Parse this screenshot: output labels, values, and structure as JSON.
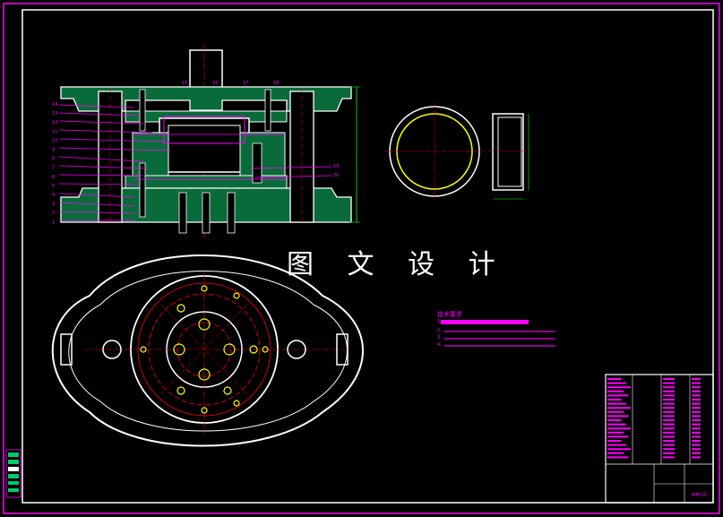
{
  "drawing": {
    "watermark": "图 文 设 计",
    "notes_title": "技术要求",
    "notes": [
      "1.",
      "2.",
      "3.",
      "4."
    ],
    "title_block_code": "MM-00",
    "part_labels_left": [
      "14",
      "13",
      "12",
      "11",
      "10",
      "9",
      "8",
      "7",
      "6",
      "5",
      "4",
      "3",
      "2",
      "1"
    ],
    "part_labels_top": [
      "15",
      "16",
      "17",
      "18"
    ],
    "part_labels_right": [
      "19",
      "20"
    ],
    "colors": {
      "frame": "#ff00ff",
      "outline": "#ffffff",
      "centerline": "#ff0000",
      "hatch": "#00cc66",
      "highlight": "#ffff00",
      "dimension": "#00ff00",
      "inner": "#00ffff"
    }
  }
}
